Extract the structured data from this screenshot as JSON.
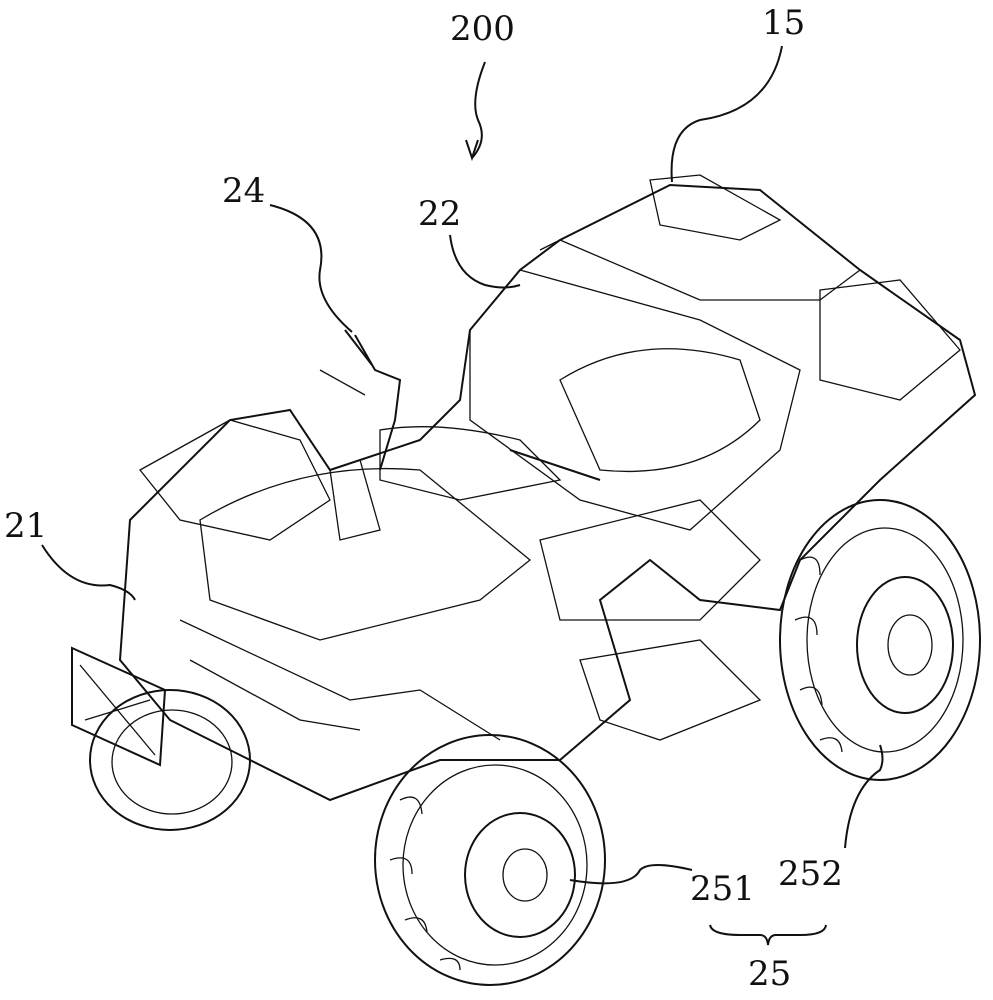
{
  "figure": {
    "labels": {
      "assembly": "200",
      "rear_rack": "15",
      "handlebar": "24",
      "seat_body": "22",
      "front_rack": "21",
      "front_wheel": "251",
      "rear_wheel": "252",
      "wheels": "25"
    }
  }
}
